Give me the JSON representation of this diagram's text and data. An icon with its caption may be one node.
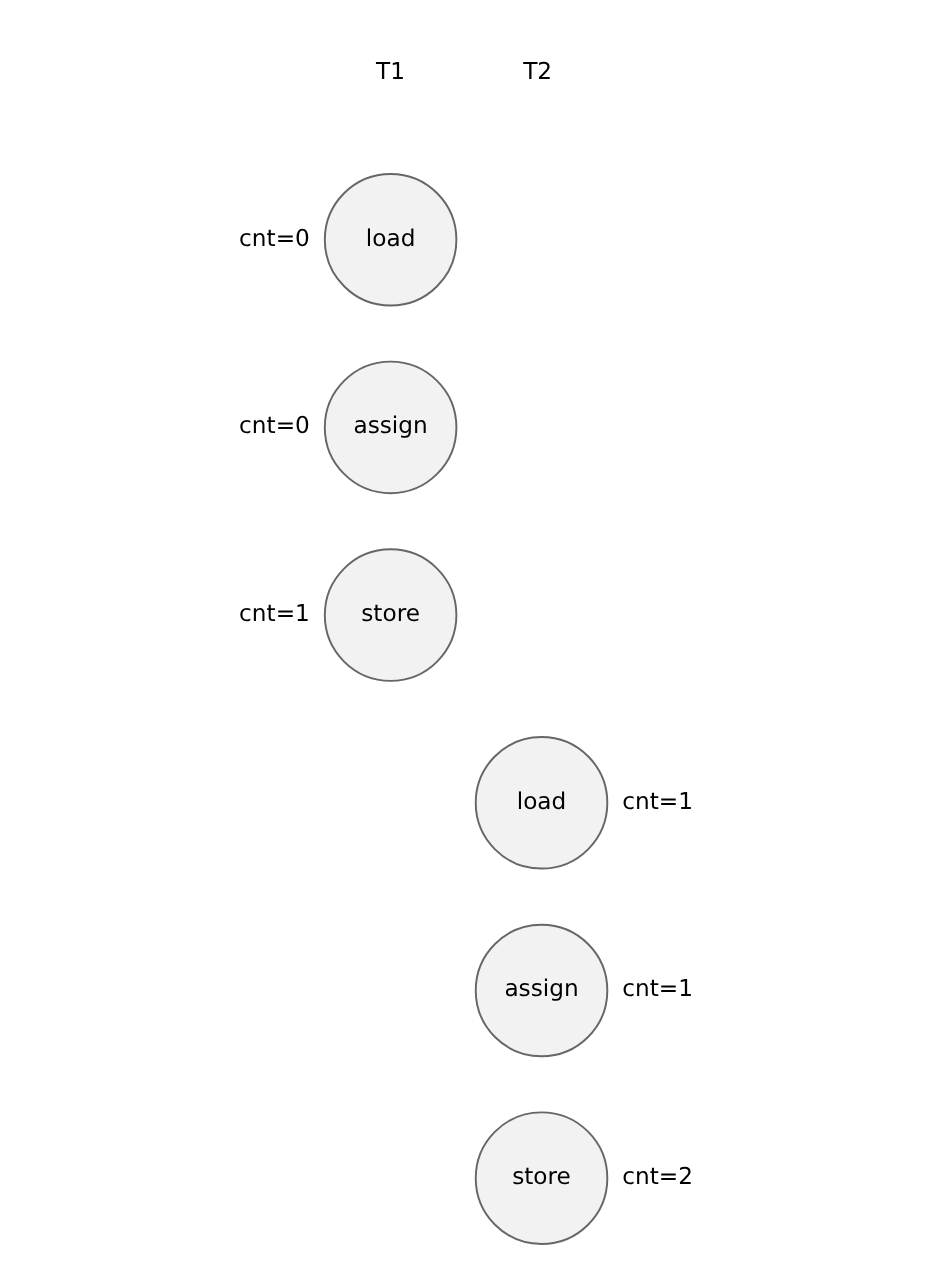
{
  "diagram": {
    "nodes": [
      {
        "text": [
          "load"
        ],
        "beside": [
          "cnt=0"
        ]
      },
      {
        "text": [
          "assign"
        ],
        "beside": [
          "cnt=0"
        ]
      },
      {
        "text": [
          "store"
        ],
        "beside": [
          "cnt=1"
        ]
      },
      {
        "text": [
          "load"
        ],
        "beside": [
          "cnt=1"
        ]
      },
      {
        "text": [
          "assign"
        ],
        "beside": [
          "cnt=1"
        ]
      },
      {
        "text": [
          "store"
        ],
        "beside": [
          "cnt=2"
        ]
      }
    ],
    "edges": [],
    "labels": [
      "T1",
      "T2"
    ]
  }
}
